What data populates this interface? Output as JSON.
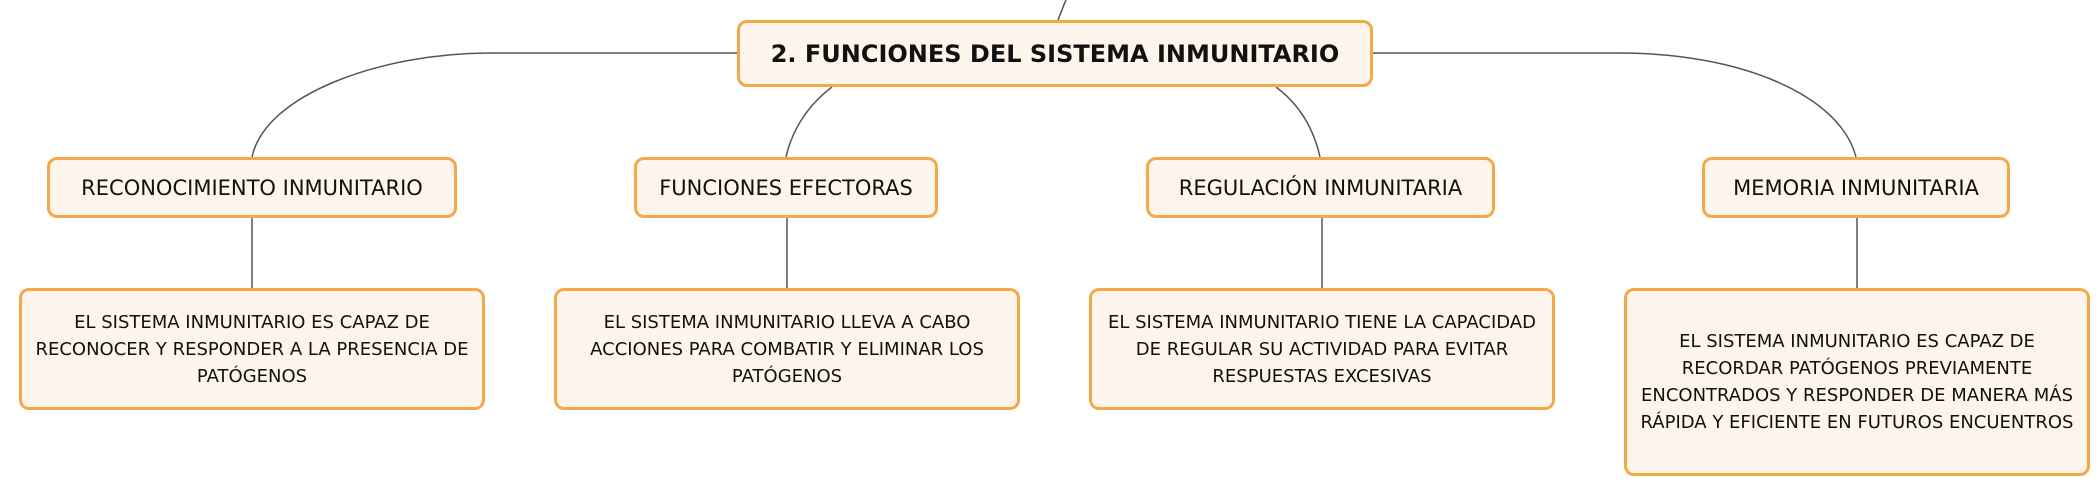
{
  "root": {
    "label": "2. FUNCIONES DEL SISTEMA INMUNITARIO"
  },
  "branches": [
    {
      "label": "RECONOCIMIENTO INMUNITARIO",
      "detail": "EL SISTEMA INMUNITARIO ES CAPAZ DE RECONOCER Y RESPONDER A LA PRESENCIA DE PATÓGENOS"
    },
    {
      "label": "FUNCIONES EFECTORAS",
      "detail": "EL SISTEMA INMUNITARIO LLEVA A CABO ACCIONES PARA COMBATIR Y ELIMINAR LOS PATÓGENOS"
    },
    {
      "label": "REGULACIÓN INMUNITARIA",
      "detail": "EL SISTEMA INMUNITARIO TIENE LA CAPACIDAD DE REGULAR SU ACTIVIDAD PARA EVITAR RESPUESTAS EXCESIVAS"
    },
    {
      "label": "MEMORIA INMUNITARIA",
      "detail": "EL SISTEMA INMUNITARIO ES CAPAZ DE RECORDAR PATÓGENOS PREVIAMENTE ENCONTRADOS Y RESPONDER DE MANERA MÁS RÁPIDA Y EFICIENTE EN FUTUROS ENCUENTROS"
    }
  ],
  "colors": {
    "node_fill": "#fdf4ec",
    "node_border": "#f5a849",
    "connector": "#555555"
  }
}
